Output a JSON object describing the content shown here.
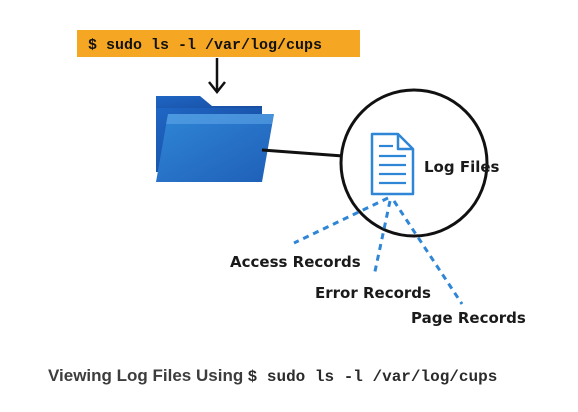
{
  "diagram": {
    "command": "$ sudo ls -l /var/log/cups",
    "center_node": "Log Files",
    "branches": [
      {
        "label": "Access Records"
      },
      {
        "label": "Error Records"
      },
      {
        "label": "Page Records"
      }
    ]
  },
  "caption": {
    "text": "Viewing Log Files Using",
    "command": "$ sudo ls -l /var/log/cups"
  },
  "colors": {
    "command_banner": "#f5a623",
    "folder_dark": "#1b4fa8",
    "folder_light": "#2f86d6",
    "document_icon": "#2f86d6",
    "dashed_connector": "#2f86d6",
    "circle_outline": "#111111"
  },
  "icons": [
    "folder-icon",
    "document-icon",
    "down-arrow-icon"
  ]
}
